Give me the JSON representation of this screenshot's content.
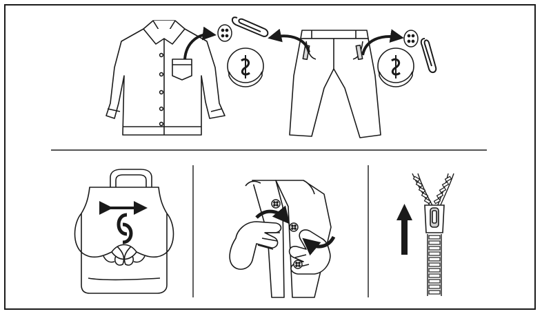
{
  "diagram": {
    "colors": {
      "ink": "#1a1a1a",
      "paper": "#ffffff",
      "fill": "#e9e9e9"
    },
    "top_panel": {
      "items": [
        "shirt-icon",
        "trousers-icon",
        "button-icon",
        "paperclip-icon",
        "coin-icon",
        "curved-arrow-icon"
      ]
    },
    "bottom_panels": [
      {
        "name": "tie-apron-strings",
        "icons": [
          "apron-icon",
          "knot-icon",
          "double-arrow-icon"
        ]
      },
      {
        "name": "fasten-buttons",
        "icons": [
          "hands-icon",
          "button-icon",
          "curved-arrow-icon"
        ]
      },
      {
        "name": "close-zipper",
        "icons": [
          "zipper-icon",
          "up-arrow-icon"
        ]
      }
    ]
  }
}
